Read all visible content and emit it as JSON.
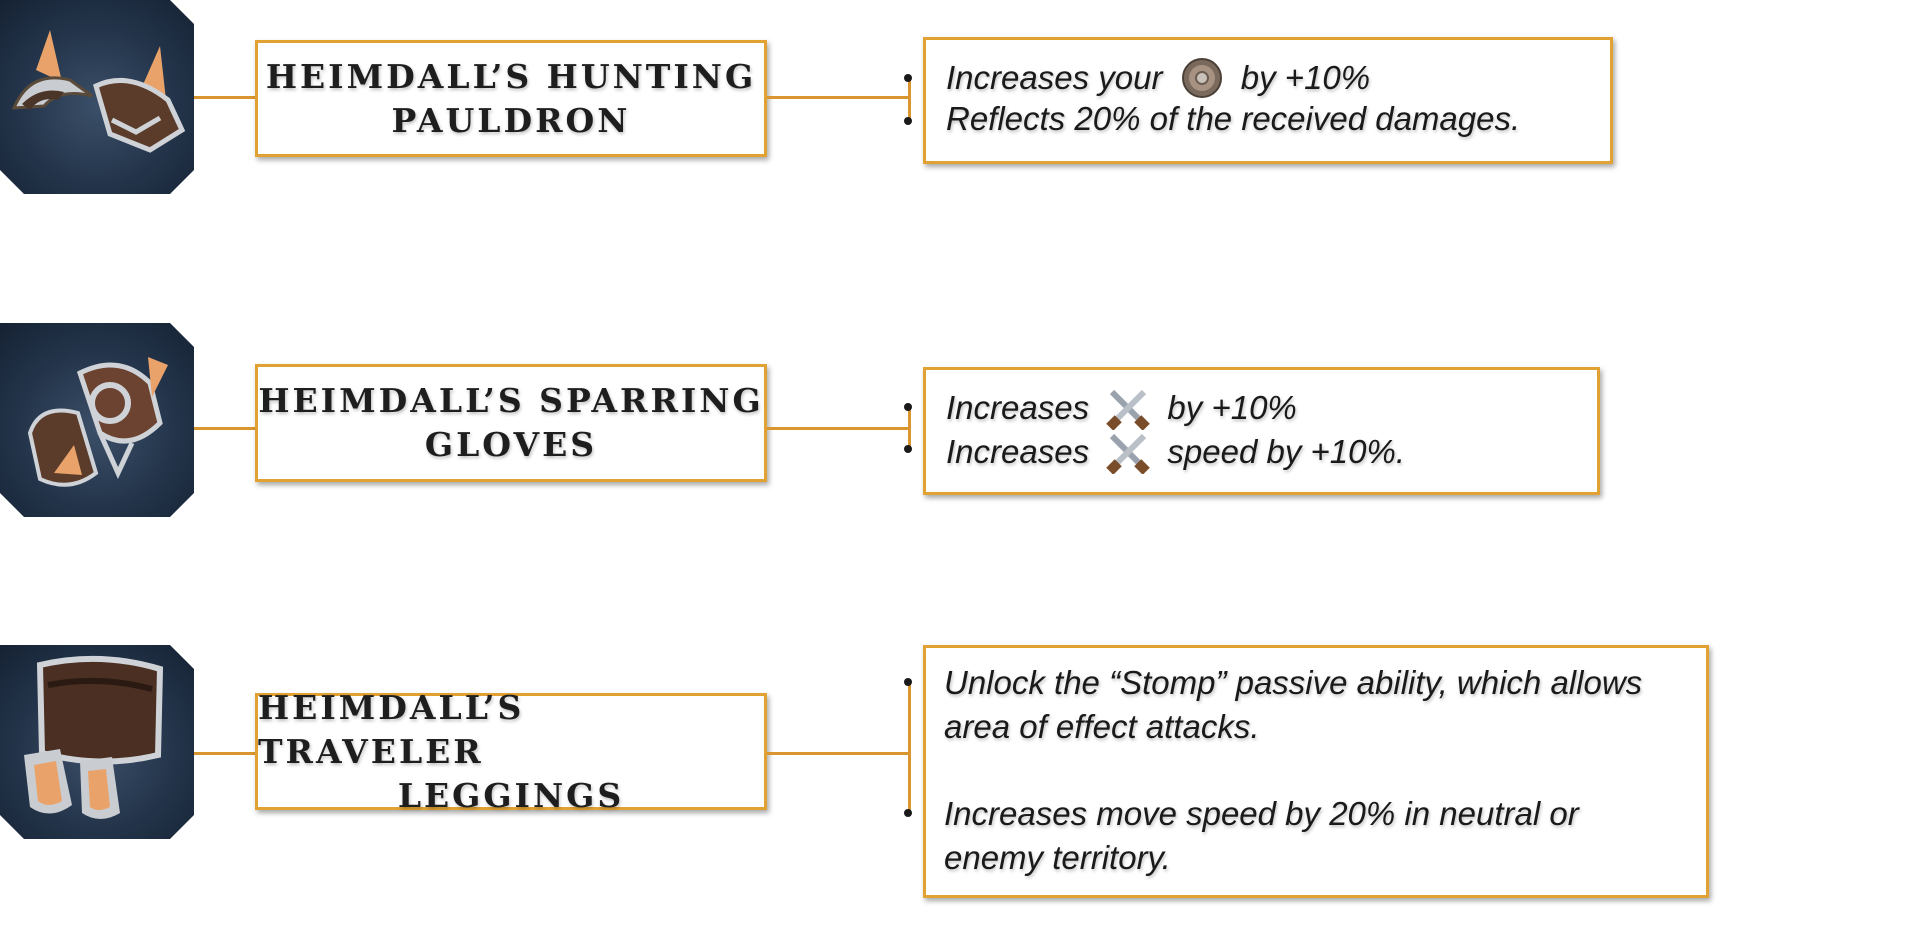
{
  "items": [
    {
      "title_line1": "HEIMDALL’S HUNTING",
      "title_line2": "PAULDRON",
      "icon": "pauldron-icon",
      "desc": [
        {
          "before": "Increases your ",
          "icon": "shield-icon",
          "after": " by +10%"
        },
        {
          "text": "Reflects 20% of the received damages."
        }
      ]
    },
    {
      "title_line1": "HEIMDALL’S SPARRING",
      "title_line2": "GLOVES",
      "icon": "gloves-icon",
      "desc": [
        {
          "before": "Increases ",
          "icon": "crossed-swords-icon",
          "after": " by +10%"
        },
        {
          "before": "Increases ",
          "icon": "crossed-swords-icon",
          "after": " speed by +10%."
        }
      ]
    },
    {
      "title_line1": "HEIMDALL’S TRAVELER",
      "title_line2": "LEGGINGS",
      "icon": "leggings-icon",
      "desc": [
        {
          "line1": "Unlock the “Stomp” passive ability, which allows",
          "line2": "area of effect attacks."
        },
        {
          "line1": "Increases move speed by 20% in neutral or",
          "line2": "enemy territory."
        }
      ]
    }
  ],
  "colors": {
    "accent": "#e2a233",
    "connector": "#d9962f",
    "text": "#1a1a1a"
  }
}
